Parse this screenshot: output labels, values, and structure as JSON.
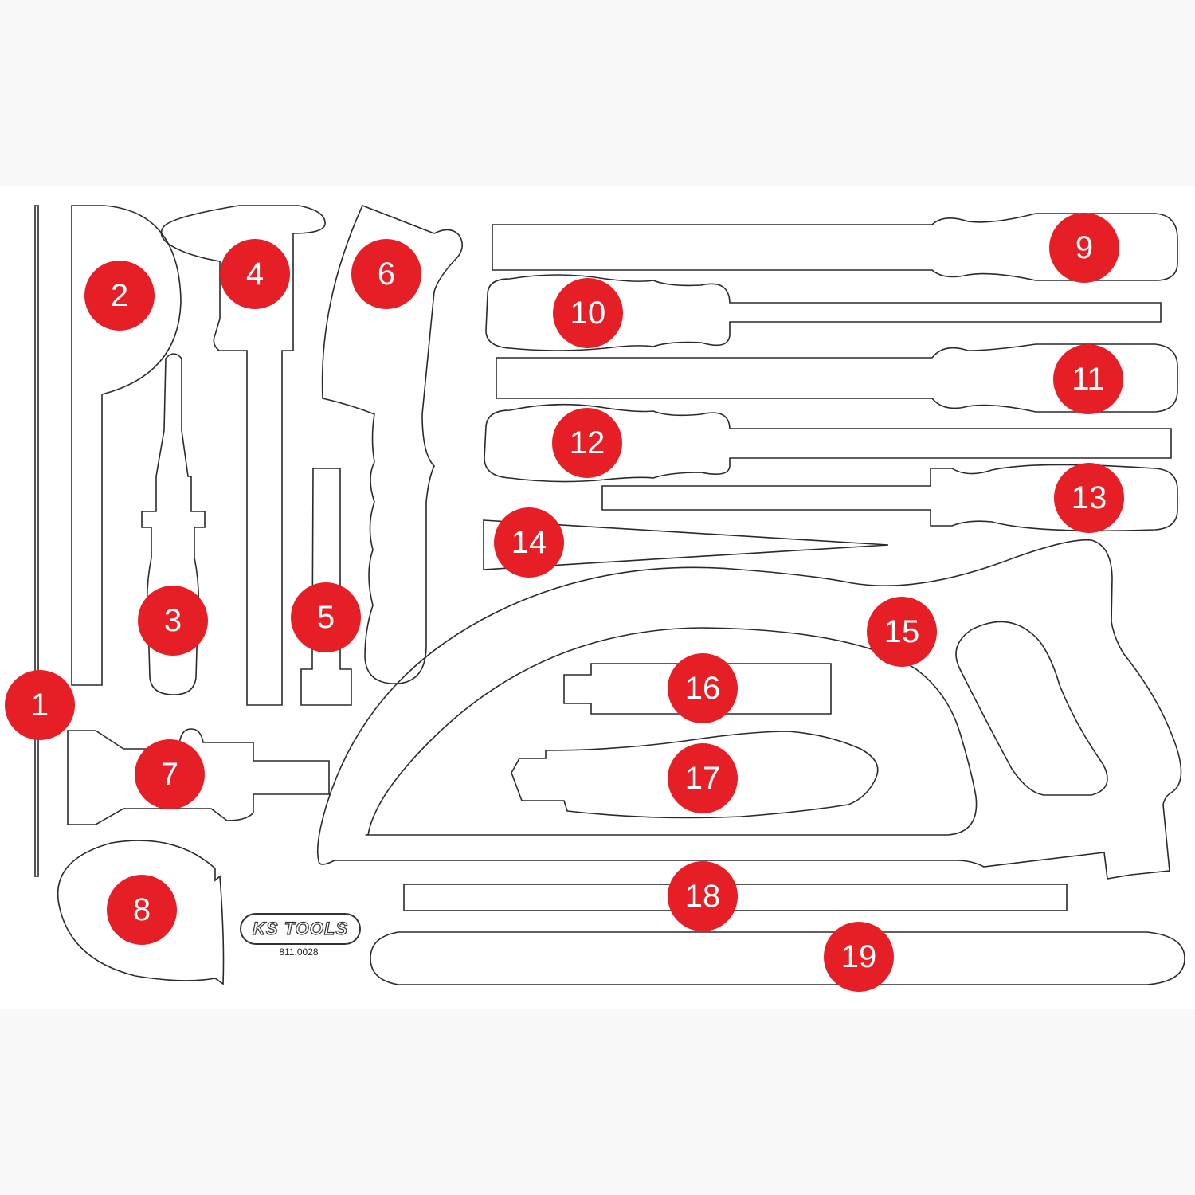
{
  "brand": {
    "logo_text": "KS TOOLS",
    "article_number": "811.0028"
  },
  "colors": {
    "badge": "#e61e25",
    "outline": "#2a2a2a",
    "panel": "#ffffff",
    "background": "#f8f8f8"
  },
  "badges": [
    "1",
    "2",
    "3",
    "4",
    "5",
    "6",
    "7",
    "8",
    "9",
    "10",
    "11",
    "12",
    "13",
    "14",
    "15",
    "16",
    "17",
    "18",
    "19"
  ]
}
